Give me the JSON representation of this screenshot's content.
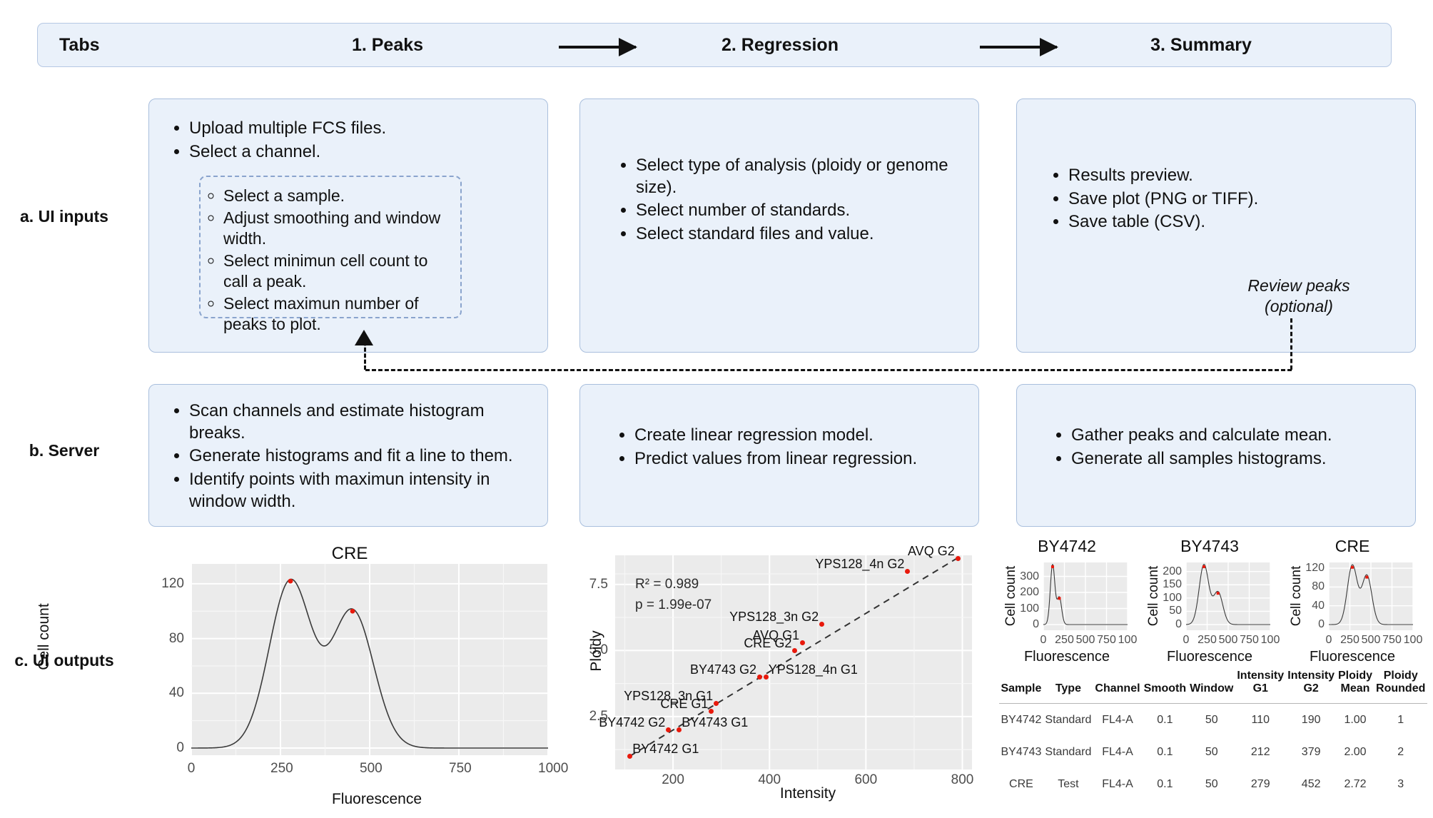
{
  "header": {
    "tabs_label": "Tabs",
    "steps": [
      {
        "label": "1. Peaks"
      },
      {
        "label": "2. Regression"
      },
      {
        "label": "3. Summary"
      }
    ],
    "arrow_icon": "right-arrow-icon"
  },
  "rows": {
    "a": {
      "label": "a. UI inputs"
    },
    "b": {
      "label": "b. Server"
    },
    "c": {
      "label": "c. UI outputs"
    }
  },
  "ui_inputs": {
    "peaks": {
      "items": [
        "Upload multiple FCS files.",
        "Select a channel."
      ],
      "subitems": [
        "Select a sample.",
        "Adjust smoothing and window width.",
        "Select minimun cell count to call a peak.",
        "Select maximun number of peaks to plot."
      ]
    },
    "regression": {
      "items": [
        "Select type of analysis (ploidy or genome size).",
        "Select number of standards.",
        "Select standard files and value."
      ]
    },
    "summary": {
      "items": [
        "Results preview.",
        "Save plot (PNG or TIFF).",
        "Save table (CSV)."
      ],
      "annotation": "Review peaks (optional)"
    }
  },
  "server": {
    "peaks": {
      "items": [
        "Scan channels and estimate histogram breaks.",
        "Generate histograms and fit a line to them.",
        "Identify points with maximun intensity in window width."
      ]
    },
    "regression": {
      "items": [
        "Create linear regression model.",
        "Predict values from linear regression."
      ]
    },
    "summary": {
      "items": [
        "Gather peaks and calculate mean.",
        "Generate all samples histograms."
      ]
    }
  },
  "chart_data": [
    {
      "id": "cre-histogram",
      "type": "line",
      "title": "CRE",
      "xlabel": "Fluorescence",
      "ylabel": "Cell count",
      "xlim": [
        0,
        1000
      ],
      "ylim": [
        0,
        130
      ],
      "xticks": [
        0,
        250,
        500,
        750,
        1000
      ],
      "yticks": [
        0,
        40,
        80,
        120
      ],
      "grid": true,
      "peaks": [
        {
          "x": 278,
          "y": 122
        },
        {
          "x": 452,
          "y": 100
        }
      ],
      "peak_marker_color": "#e8190c",
      "panel_color": "#ebebeb"
    },
    {
      "id": "regression-scatter",
      "type": "scatter",
      "title": "",
      "xlabel": "Intensity",
      "ylabel": "Ploidy",
      "xlim": [
        80,
        820
      ],
      "ylim": [
        0.5,
        8.6
      ],
      "xticks": [
        200,
        400,
        600,
        800
      ],
      "yticks": [
        2.5,
        5.0,
        7.5
      ],
      "grid": true,
      "annotations": [
        "R² = 0.989",
        "p = 1.99e-07"
      ],
      "fit_line": "dashed",
      "points": [
        {
          "label": "BY4742 G1",
          "x": 110,
          "y": 1.0
        },
        {
          "label": "BY4742 G2",
          "x": 190,
          "y": 2.0
        },
        {
          "label": "BY4743 G1",
          "x": 212,
          "y": 2.0
        },
        {
          "label": "CRE G1",
          "x": 279,
          "y": 2.72
        },
        {
          "label": "YPS128_3n G1",
          "x": 289,
          "y": 3.0
        },
        {
          "label": "BY4743 G2",
          "x": 379,
          "y": 4.0
        },
        {
          "label": "YPS128_4n G1",
          "x": 392,
          "y": 4.0
        },
        {
          "label": "CRE G2",
          "x": 452,
          "y": 5.0
        },
        {
          "label": "AVQ G1",
          "x": 468,
          "y": 5.3
        },
        {
          "label": "YPS128_3n G2",
          "x": 508,
          "y": 6.0
        },
        {
          "label": "YPS128_4n G2",
          "x": 686,
          "y": 8.0
        },
        {
          "label": "AVQ G2",
          "x": 790,
          "y": 8.5
        }
      ]
    },
    {
      "id": "mini-by4742",
      "type": "line",
      "title": "BY4742",
      "xlabel": "Fluorescence",
      "ylabel": "Cell count",
      "xlim": [
        0,
        1000
      ],
      "ylim": [
        0,
        380
      ],
      "xticks": [
        0,
        250,
        500,
        750,
        100
      ],
      "yticks": [
        0,
        100,
        200,
        300
      ],
      "peaks": [
        {
          "x": 110,
          "y": 360
        },
        {
          "x": 190,
          "y": 163
        }
      ],
      "peak_marker_color": "#e8190c"
    },
    {
      "id": "mini-by4743",
      "type": "line",
      "title": "BY4743",
      "xlabel": "Fluorescence",
      "ylabel": "Cell count",
      "xlim": [
        0,
        1000
      ],
      "ylim": [
        0,
        230
      ],
      "xticks": [
        0,
        250,
        500,
        750,
        100
      ],
      "yticks": [
        0,
        50,
        100,
        150,
        200
      ],
      "peaks": [
        {
          "x": 212,
          "y": 218
        },
        {
          "x": 379,
          "y": 118
        }
      ],
      "peak_marker_color": "#e8190c"
    },
    {
      "id": "mini-cre",
      "type": "line",
      "title": "CRE",
      "xlabel": "Fluorescence",
      "ylabel": "Cell count",
      "xlim": [
        0,
        1000
      ],
      "ylim": [
        0,
        130
      ],
      "xticks": [
        0,
        250,
        500,
        750,
        100
      ],
      "yticks": [
        0,
        40,
        80,
        120
      ],
      "peaks": [
        {
          "x": 279,
          "y": 122
        },
        {
          "x": 452,
          "y": 101
        }
      ],
      "peak_marker_color": "#e8190c"
    },
    {
      "id": "summary-table",
      "type": "table",
      "columns": [
        "Sample",
        "Type",
        "Channel",
        "Smooth",
        "Window",
        "Intensity G1",
        "Intensity G2",
        "Ploidy Mean",
        "Ploidy Rounded"
      ],
      "rows": [
        [
          "BY4742",
          "Standard",
          "FL4-A",
          "0.1",
          "50",
          "110",
          "190",
          "1.00",
          "1"
        ],
        [
          "BY4743",
          "Standard",
          "FL4-A",
          "0.1",
          "50",
          "212",
          "379",
          "2.00",
          "2"
        ],
        [
          "CRE",
          "Test",
          "FL4-A",
          "0.1",
          "50",
          "279",
          "452",
          "2.72",
          "3"
        ]
      ]
    }
  ],
  "colors": {
    "box_fill": "#eaf1fa",
    "box_border": "#a9bfdd",
    "dashed_sub_border": "#8aa4cd",
    "panel": "#ebebeb",
    "peak_red": "#e8190c"
  }
}
